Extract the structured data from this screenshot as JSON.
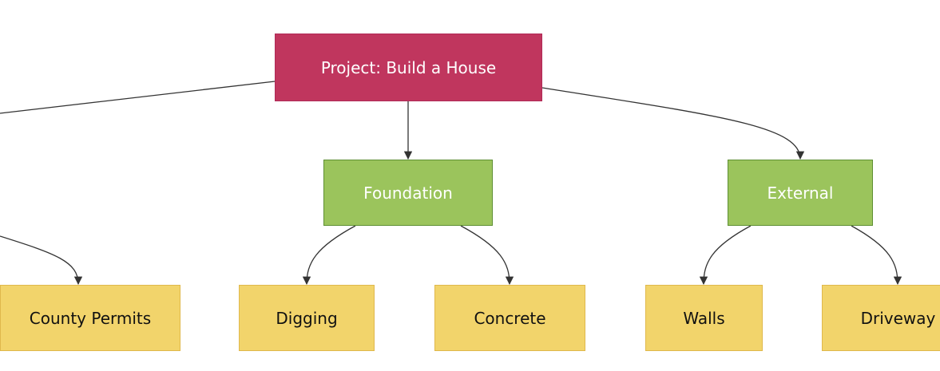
{
  "diagram": {
    "root": {
      "label": "Project: Build a House",
      "fill": "#c0365e",
      "text_color": "#ffffff"
    },
    "phases": [
      {
        "label": "Foundation"
      },
      {
        "label": "External"
      }
    ],
    "tasks": [
      {
        "label": "County Permits"
      },
      {
        "label": "Digging"
      },
      {
        "label": "Concrete"
      },
      {
        "label": "Walls"
      },
      {
        "label": "Driveway"
      }
    ],
    "colors": {
      "phase_fill": "#9bc45c",
      "phase_text": "#ffffff",
      "task_fill": "#f2d46b",
      "task_text": "#111111",
      "edge": "#333333"
    }
  }
}
